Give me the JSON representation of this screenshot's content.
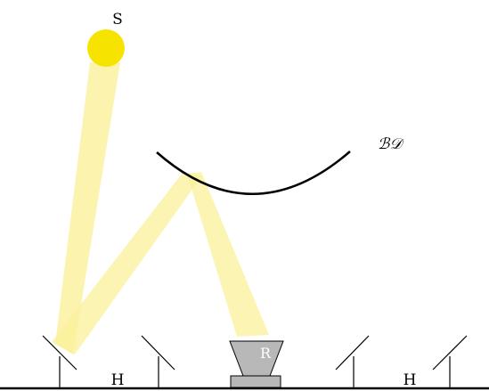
{
  "labels": {
    "sun": "S",
    "beam_down_mirror": "ℬ𝒟",
    "receiver": "R",
    "heliostat_left": "H",
    "heliostat_right": "H"
  },
  "colors": {
    "sun": "#f7e300",
    "light_beam": "#fbf09a",
    "receiver": "#b8b8b8",
    "line": "#000000"
  }
}
